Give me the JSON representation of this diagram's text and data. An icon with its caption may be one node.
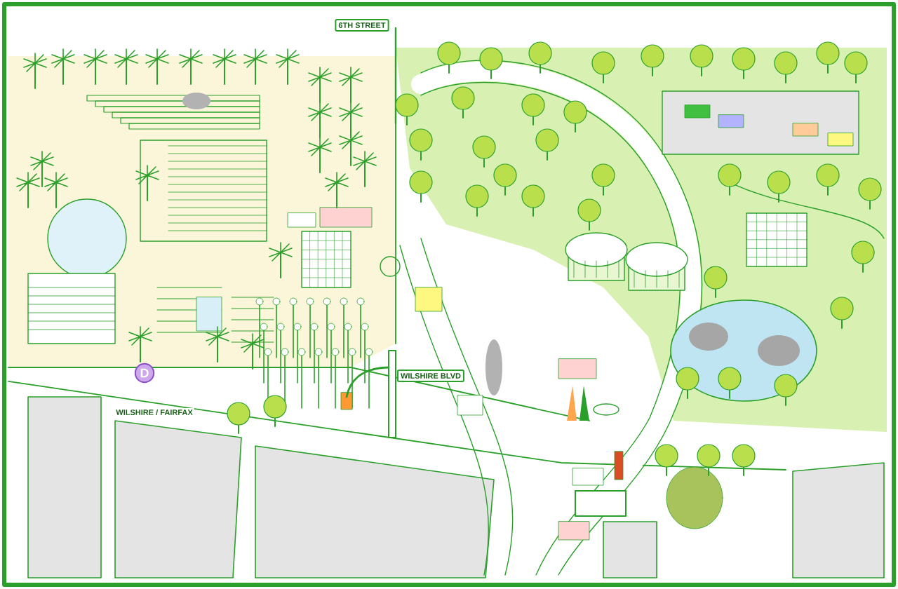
{
  "diagram": {
    "nodes": [
      {
        "text": [
          "6TH STREET"
        ]
      },
      {
        "text": [
          "WILSHIRE BLVD"
        ]
      },
      {
        "text": [
          "D"
        ]
      }
    ],
    "labels": [
      "WILSHIRE / FAIRFAX"
    ]
  }
}
